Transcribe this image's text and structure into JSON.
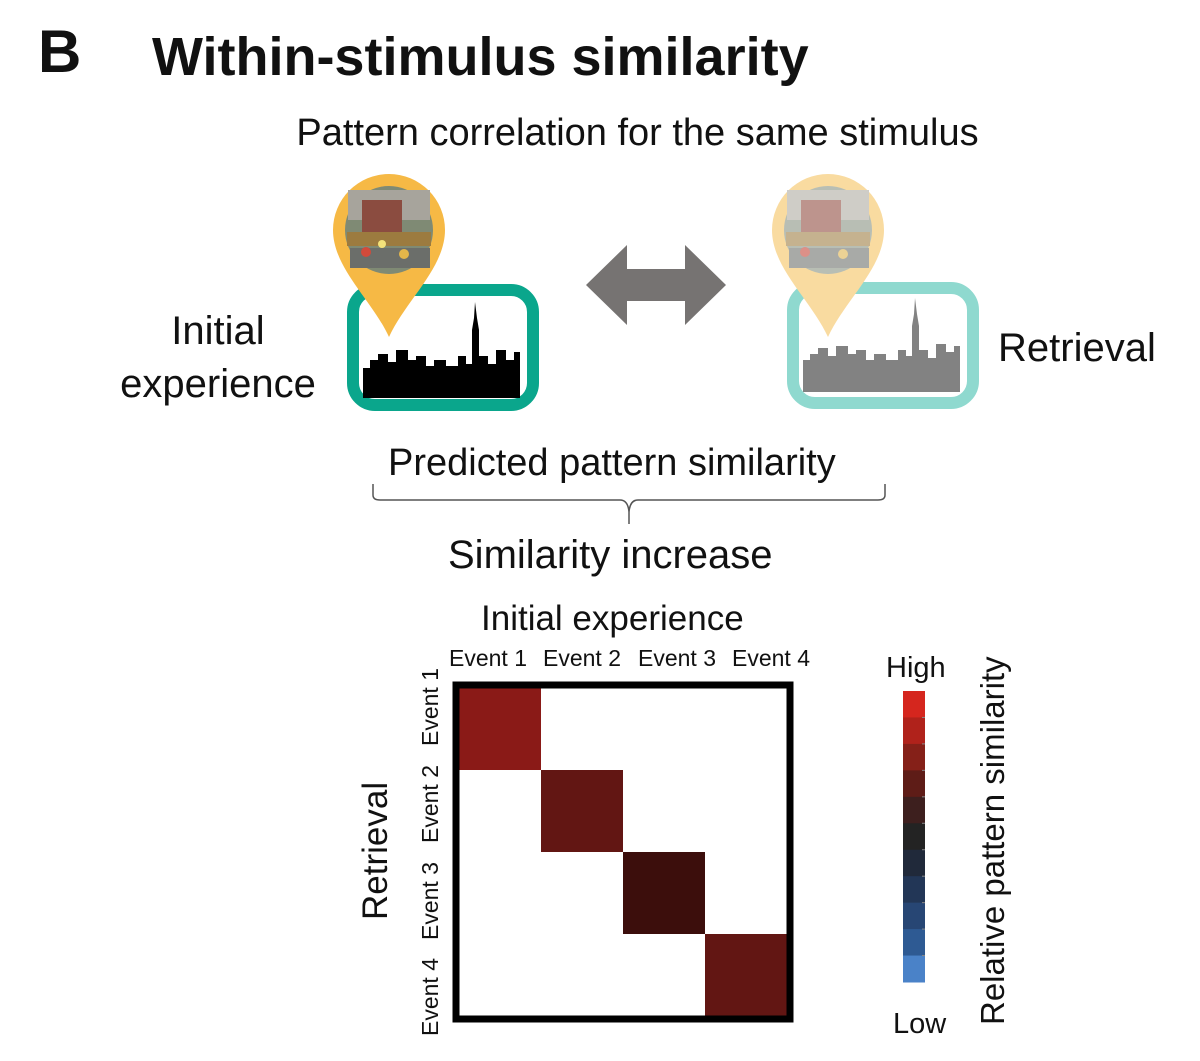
{
  "panel_letter": "B",
  "title": "Within-stimulus similarity",
  "subtitle": "Pattern correlation for the same stimulus",
  "left_label_lines": [
    "Initial",
    "experience"
  ],
  "right_label": "Retrieval",
  "bracket_top_label": "Predicted pattern similarity",
  "bracket_bottom_label": "Similarity increase",
  "colors": {
    "frame_initial": "#0aa68c",
    "frame_retrieval": "#8fd9cf",
    "pin_initial": "#f6b945",
    "pin_retrieval": "#f9dba0",
    "arrow": "#767372",
    "skyline_initial": "#000000",
    "skyline_retrieval": "#828282"
  },
  "chart_data": {
    "type": "heatmap",
    "title": "Initial experience",
    "xlabel": "Initial experience",
    "ylabel": "Retrieval",
    "x_categories": [
      "Event 1",
      "Event 2",
      "Event 3",
      "Event 4"
    ],
    "y_categories": [
      "Event 1",
      "Event 2",
      "Event 3",
      "Event 4"
    ],
    "values": [
      [
        0.85,
        0,
        0,
        0
      ],
      [
        0,
        0.72,
        0,
        0
      ],
      [
        0,
        0,
        0.6,
        0
      ],
      [
        0,
        0,
        0,
        0.72
      ]
    ],
    "cell_colors": [
      [
        "#8a1a17",
        "#ffffff",
        "#ffffff",
        "#ffffff"
      ],
      [
        "#ffffff",
        "#621613",
        "#ffffff",
        "#ffffff"
      ],
      [
        "#ffffff",
        "#ffffff",
        "#3c0e0c",
        "#ffffff"
      ],
      [
        "#ffffff",
        "#ffffff",
        "#ffffff",
        "#621613"
      ]
    ],
    "colorbar": {
      "title": "Relative pattern similarity",
      "high_label": "High",
      "low_label": "Low",
      "colors_high_to_low": [
        "#d5261e",
        "#b0221b",
        "#852018",
        "#5e1c17",
        "#3d1f1e",
        "#232323",
        "#20293a",
        "#223656",
        "#274674",
        "#2e5a93",
        "#4a82c8"
      ]
    }
  }
}
